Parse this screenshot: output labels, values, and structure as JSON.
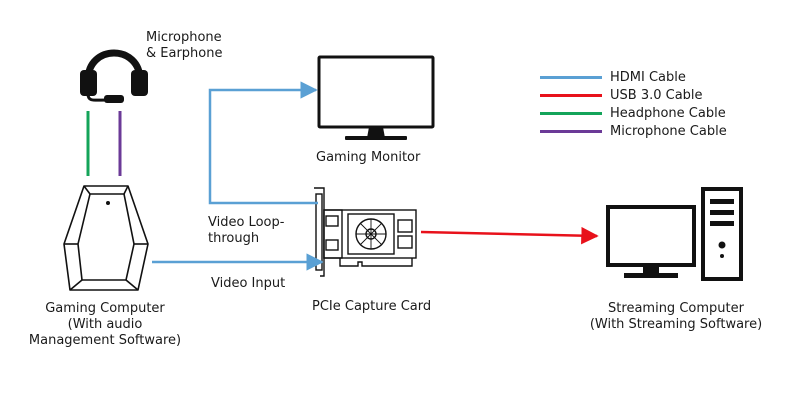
{
  "labels": {
    "microphone": "Microphone\n& Earphone",
    "monitor": "Gaming Monitor",
    "loop": "Video Loop-\nthrough",
    "input": "Video Input",
    "gaming_pc": "Gaming Computer\n(With audio\nManagement Software)",
    "capture": "PCIe Capture Card",
    "streaming_pc": "Streaming Computer\n(With Streaming Software)"
  },
  "legend": [
    {
      "label": "HDMI Cable",
      "color": "#5aa0d4"
    },
    {
      "label": "USB 3.0 Cable",
      "color": "#e8111b"
    },
    {
      "label": "Headphone Cable",
      "color": "#14a45a"
    },
    {
      "label": "Microphone Cable",
      "color": "#6b3a97"
    }
  ],
  "colors": {
    "hdmi": "#5aa0d4",
    "usb": "#e8111b",
    "headphone": "#14a45a",
    "microphone": "#6b3a97",
    "device": "#111111"
  }
}
